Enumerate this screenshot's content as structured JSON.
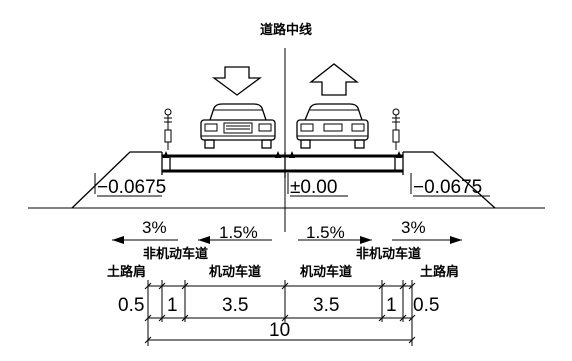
{
  "title": "道路中线",
  "elevations": {
    "left": "−0.0675",
    "center": "±0.00",
    "right": "−0.0675"
  },
  "slopes": {
    "left_shoulder": "3%",
    "left_carriageway": "1.5%",
    "right_carriageway": "1.5%",
    "right_shoulder": "3%"
  },
  "lane_labels": {
    "soil_shoulder_left": "土路肩",
    "non_motor_left": "非机动车道",
    "motor_left": "机动车道",
    "motor_right": "机动车道",
    "non_motor_right": "非机动车道",
    "soil_shoulder_right": "土路肩"
  },
  "dimensions": {
    "shoulder_left": "0.5",
    "non_motor_left": "1",
    "motor_left": "3.5",
    "motor_right": "3.5",
    "non_motor_right": "1",
    "shoulder_right": "0.5",
    "total": "10"
  },
  "icons": {
    "down_arrow": "down-arrow-icon",
    "up_arrow": "up-arrow-icon",
    "car_front": "car-front-icon",
    "car_rear": "car-rear-icon",
    "cyclist": "cyclist-icon"
  }
}
